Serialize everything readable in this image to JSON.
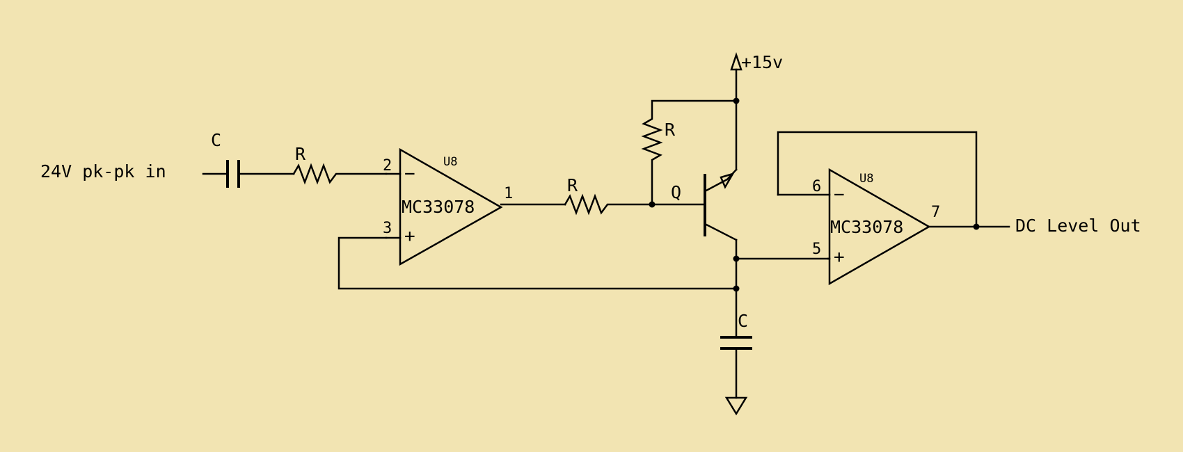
{
  "labels": {
    "input": "24V pk-pk in",
    "output": "DC Level Out",
    "supply": "+15v"
  },
  "components": {
    "c_in": "C",
    "r_in": "R",
    "r_mid": "R",
    "r_top": "R",
    "q": "Q",
    "c_out": "C"
  },
  "opamp1": {
    "ref": "U8",
    "part": "MC33078",
    "minus": "−",
    "plus": "+",
    "pin_minus": "2",
    "pin_plus": "3",
    "pin_out": "1"
  },
  "opamp2": {
    "ref": "U8",
    "part": "MC33078",
    "minus": "−",
    "plus": "+",
    "pin_minus": "6",
    "pin_plus": "5",
    "pin_out": "7"
  }
}
